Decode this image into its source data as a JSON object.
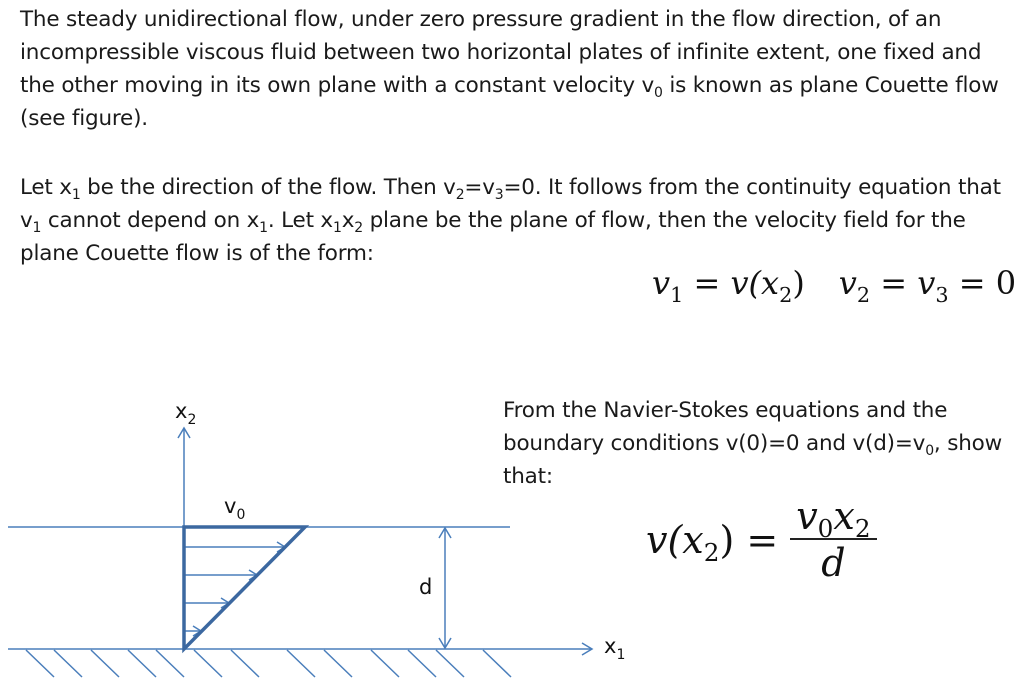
{
  "paragraphs": {
    "p1": {
      "before_sub": "The steady unidirectional flow, under zero pressure gradient in the flow direction, of an incompressible viscous fluid between two horizontal plates of infinite extent, one fixed and the other moving in its own plane with a constant velocity v",
      "sub": "0",
      "after_sub": " is known as plane Couette flow (see figure)."
    },
    "p2": {
      "t1": "Let x",
      "s1": "1",
      "t2": " be the direction of the flow. Then v",
      "s2": "2",
      "t3": "=v",
      "s3": "3",
      "t4": "=0. It follows from the continuity equation that v",
      "s4": "1",
      "t5": " cannot depend on x",
      "s5": "1",
      "t6": ". Let x",
      "s6": "1",
      "t7": "x",
      "s7": "2",
      "t8": " plane be the plane of flow, then the velocity field for the plane Couette flow is of the form:"
    },
    "p3": {
      "t1": "From the Navier-Stokes equations and the boundary conditions v(0)=0 and v(d)=v",
      "s1": "0",
      "t2": ", show that:"
    }
  },
  "equations": {
    "velocity_field": {
      "lhs1": "v",
      "lhs1_sub": "1",
      "eq1": " = ",
      "rhs1": "v",
      "rhs1_arg": "(x",
      "rhs1_arg_sub": "2",
      "rhs1_close": ")",
      "lhs2": "v",
      "lhs2_sub": "2",
      "eq2": " = ",
      "mid": "v",
      "mid_sub": "3",
      "eq3": " = ",
      "zero": "0"
    },
    "result": {
      "lhs": "v(x",
      "lhs_sub": "2",
      "lhs_close": ")",
      "eq": " = ",
      "num_v": "v",
      "num_v_sub": "0",
      "num_x": "x",
      "num_x_sub": "2",
      "den": "d"
    }
  },
  "figure": {
    "axis_x2_label": "x",
    "axis_x2_sub": "2",
    "axis_x1_label": "x",
    "axis_x1_sub": "1",
    "velocity_label": "v",
    "velocity_sub": "0",
    "gap_label": "d",
    "colors": {
      "line": "#4a7ebb",
      "profile": "#3c68a0"
    }
  }
}
